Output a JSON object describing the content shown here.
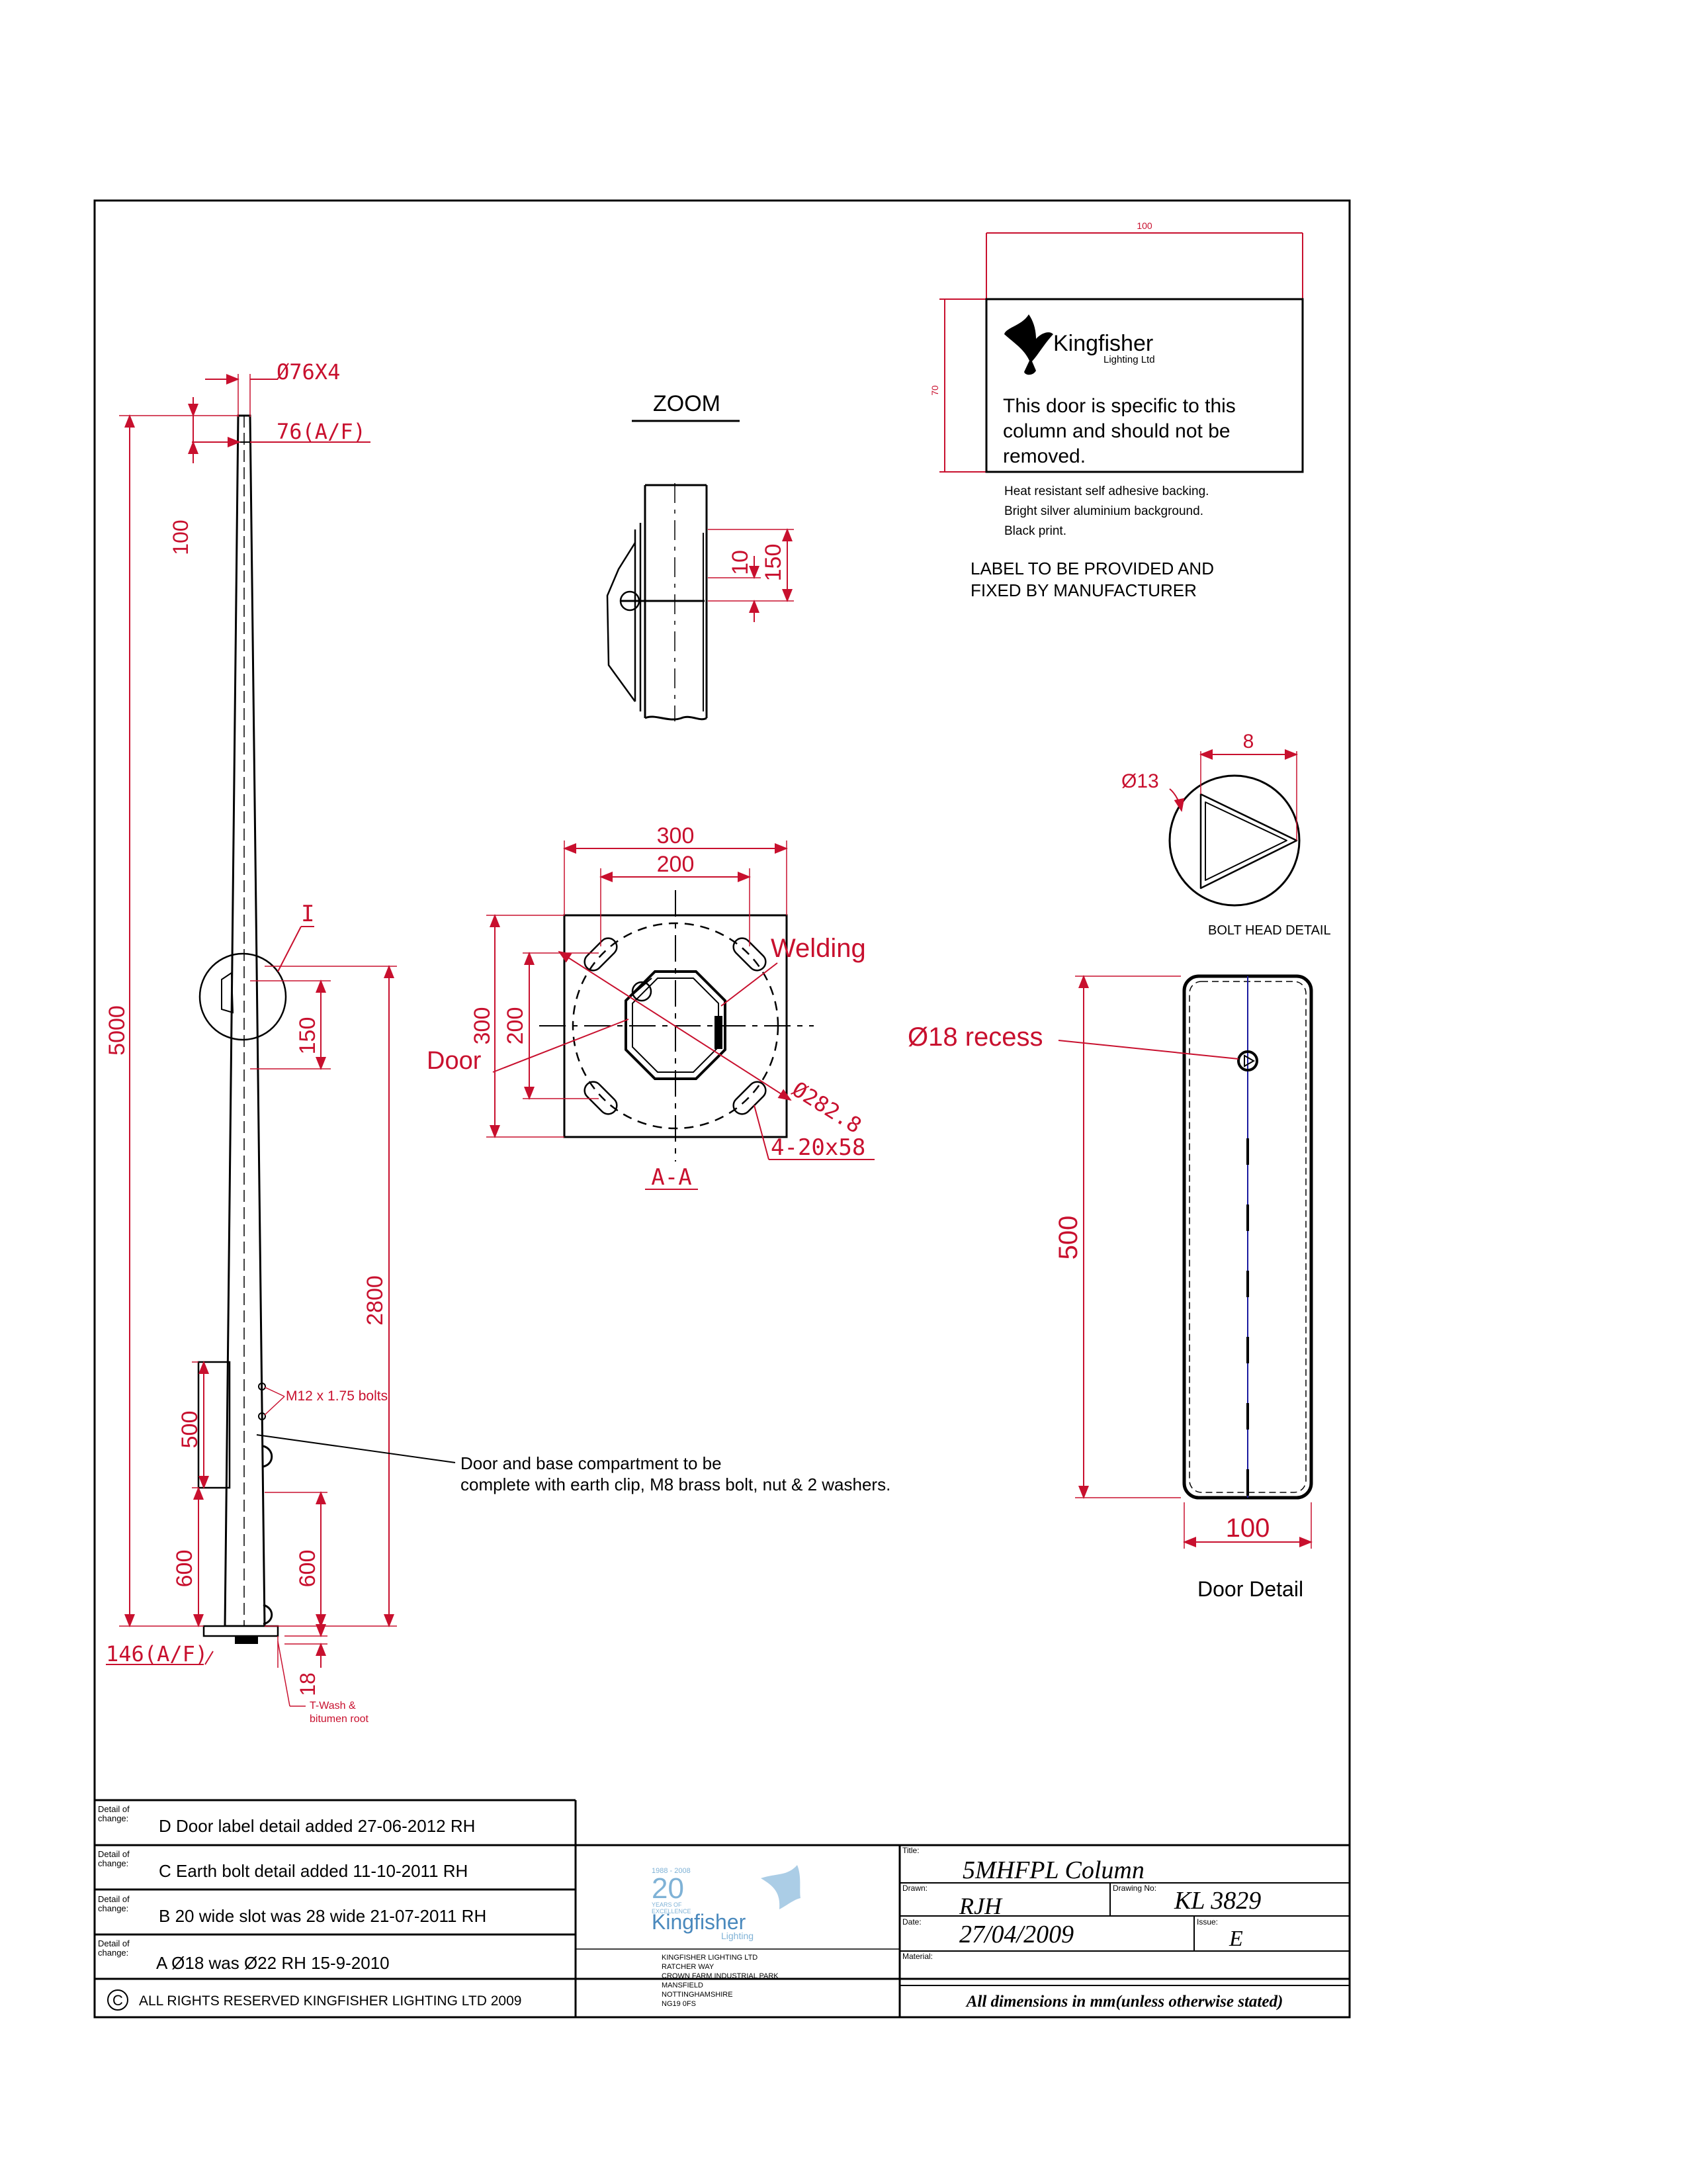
{
  "label_box": {
    "width_dim": "100",
    "height_dim": "70",
    "brand_name": "Kingfisher",
    "brand_sub": "Lighting Ltd",
    "message_lines": [
      "This door is specific to this",
      "column and should not be",
      "removed."
    ],
    "notes": [
      "Heat resistant self adhesive backing.",
      "Bright silver aluminium background.",
      "Black print."
    ],
    "instruction_lines": [
      "LABEL TO BE PROVIDED AND",
      "FIXED BY MANUFACTURER"
    ]
  },
  "column_elevation": {
    "dims": {
      "dia_top": "Ø76X4",
      "af_top": "76(A/F)",
      "d100": "100",
      "d5000": "5000",
      "d150": "150",
      "d2800": "2800",
      "d500": "500",
      "d600_left": "600",
      "d600_right": "600",
      "af_base": "146(A/F)",
      "d18": "18",
      "detail_marker": "I"
    },
    "bolts_label": "M12 x 1.75 bolts",
    "twash_lines": [
      "T-Wash &",
      "bitumen root"
    ],
    "door_note_lines": [
      "Door and base compartment to be",
      "complete with earth clip, M8 brass bolt, nut & 2 washers."
    ]
  },
  "zoom_view": {
    "title": "ZOOM",
    "dims": {
      "d10": "10",
      "d150": "150"
    }
  },
  "section_aa": {
    "dims": {
      "outer_w": "300",
      "inner_w": "200",
      "outer_h": "300",
      "inner_h": "200",
      "pcd": "Ø282.8",
      "slots": "4-20x58"
    },
    "welding": "Welding",
    "door": "Door",
    "section_label": "A-A"
  },
  "bolt_head": {
    "dia": "Ø13",
    "size": "8",
    "caption": "BOLT HEAD DETAIL"
  },
  "door_detail": {
    "recess": "Ø18 recess",
    "height": "500",
    "width": "100",
    "caption": "Door Detail"
  },
  "revisions": [
    {
      "heading": [
        "Detail of",
        "change:"
      ],
      "text": "D  Door label detail added  27-06-2012  RH"
    },
    {
      "heading": [
        "Detail of",
        "change:"
      ],
      "text": "C  Earth bolt detail added  11-10-2011  RH"
    },
    {
      "heading": [
        "Detail of",
        "change:"
      ],
      "text": "B  20 wide slot was 28 wide  21-07-2011  RH"
    },
    {
      "heading": [
        "Detail of",
        "change:"
      ],
      "text": "A  Ø18 was Ø22  RH  15-9-2010"
    }
  ],
  "copyright": {
    "symbol": "C",
    "text": "ALL RIGHTS RESERVED KINGFISHER LIGHTING LTD   2009"
  },
  "company": {
    "years_top": "1988 - 2008",
    "years_num": "20",
    "years_text": [
      "YEARS OF",
      "EXCELLENCE"
    ],
    "name": "Kingfisher",
    "sub": "Lighting",
    "address": [
      "KINGFISHER LIGHTING LTD",
      "RATCHER WAY",
      "CROWN FARM INDUSTRIAL PARK",
      "MANSFIELD",
      "NOTTINGHAMSHIRE",
      "NG19 0FS"
    ]
  },
  "title_block": {
    "title_label": "Title:",
    "title": "5MHFPL Column",
    "drawn_label": "Drawn:",
    "drawn": "RJH",
    "drawing_no_label": "Drawing No:",
    "drawing_no": "KL 3829",
    "date_label": "Date:",
    "date": "27/04/2009",
    "issue_label": "Issue:",
    "issue": "E",
    "material_label": "Material:",
    "material": "",
    "note": "All dimensions in mm(unless otherwise stated)"
  },
  "colors": {
    "dimension": "#c8102e",
    "line": "#000000",
    "centre_line": "#1a1aa0",
    "logo_blue": "#7fb2d6"
  }
}
